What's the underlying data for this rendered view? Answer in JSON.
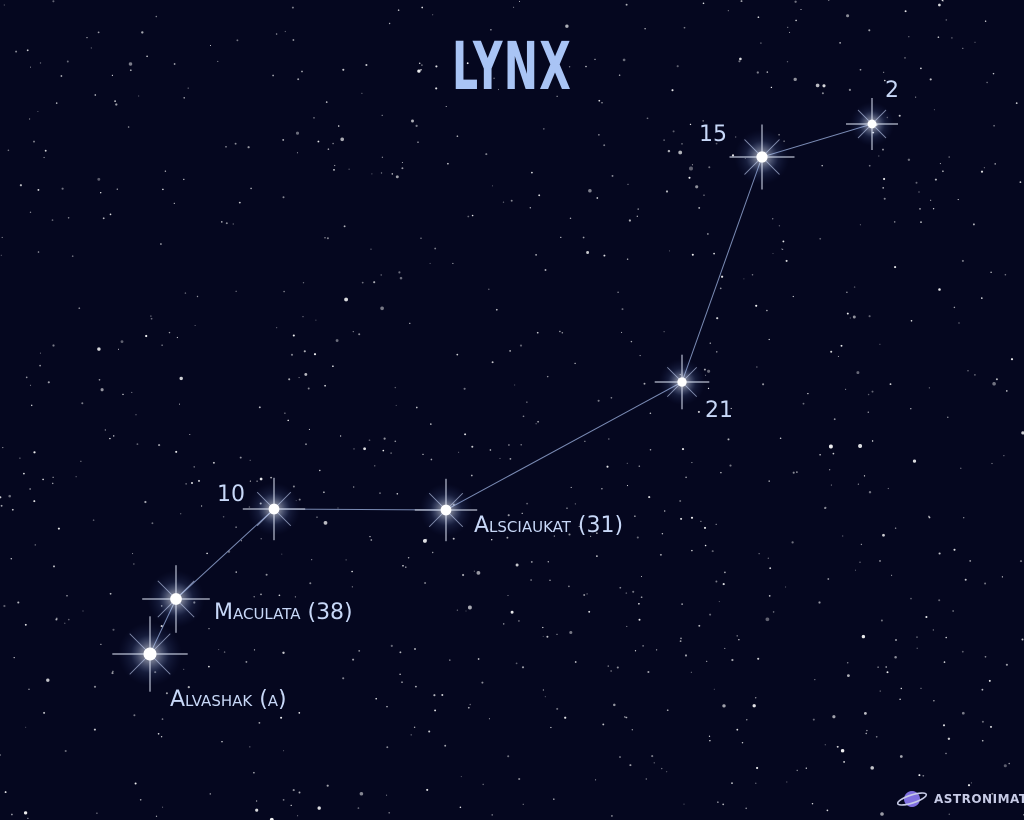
{
  "title": "LYNX",
  "stars": [
    {
      "id": "2",
      "label": "2"
    },
    {
      "id": "15",
      "label": "15"
    },
    {
      "id": "21",
      "label": "21"
    },
    {
      "id": "31",
      "label": "Alsciaukat (31)"
    },
    {
      "id": "10",
      "label": "10"
    },
    {
      "id": "38",
      "label": "Maculata (38)"
    },
    {
      "id": "alpha",
      "label": "Alvashak (α)"
    }
  ],
  "lines": [
    [
      "2",
      "15"
    ],
    [
      "15",
      "21"
    ],
    [
      "21",
      "31"
    ],
    [
      "31",
      "10"
    ],
    [
      "10",
      "38"
    ],
    [
      "38",
      "alpha"
    ]
  ],
  "brand": {
    "name": "ASTRONIMATE",
    "icon": "planet-icon"
  },
  "colors": {
    "background": "#05071f",
    "title": "#a9c4f5",
    "label": "#c8d8f8",
    "line": "#8fa2cf",
    "brand": "#c7cbe6",
    "brand_icon": "#7f6fe0"
  }
}
